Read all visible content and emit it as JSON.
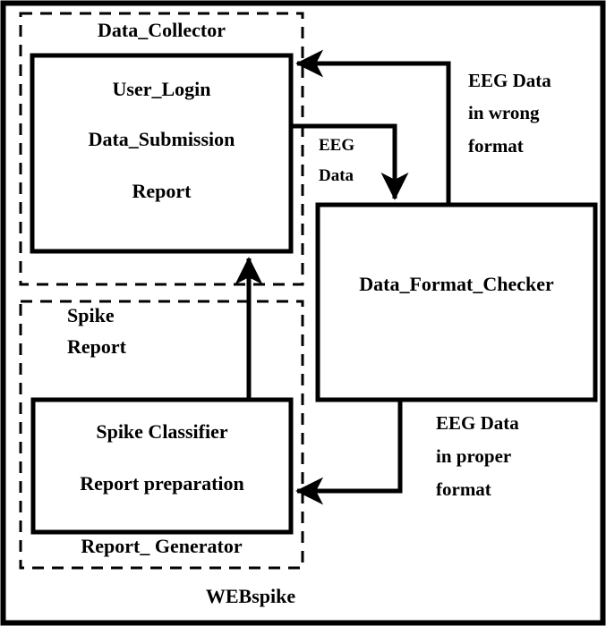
{
  "diagram": {
    "title": "WEBspike",
    "type": "architecture-block-diagram",
    "outer_frame_label": "WEBspike",
    "colors": {
      "background": "#ffffff",
      "stroke": "#000000",
      "text": "#000000"
    },
    "groups": [
      {
        "id": "data-collector",
        "label": "Data_Collector",
        "style": "dashed",
        "label_position": "top-center"
      },
      {
        "id": "report-generator",
        "label": "Report_ Generator",
        "style": "dashed",
        "label_position": "bottom-center",
        "inner_note_lines": [
          "Spike",
          "Report"
        ]
      }
    ],
    "boxes": [
      {
        "id": "user-login",
        "lines": [
          "User_Login",
          "Data_Submission",
          "Report"
        ],
        "group": "data-collector"
      },
      {
        "id": "data-format-checker",
        "lines": [
          "Data_Format_Checker"
        ],
        "group": null
      },
      {
        "id": "spike-classifier",
        "lines": [
          "Spike Classifier",
          "Report preparation"
        ],
        "group": "report-generator"
      }
    ],
    "edges": [
      {
        "id": "edge-eeg-data",
        "label_lines": [
          "EEG",
          "Data"
        ],
        "from": "user-login",
        "to": "data-format-checker"
      },
      {
        "id": "edge-wrong-format",
        "label_lines": [
          "EEG Data",
          "in wrong",
          "format"
        ],
        "from": "data-format-checker",
        "to": "user-login"
      },
      {
        "id": "edge-proper-format",
        "label_lines": [
          "EEG Data",
          "in proper",
          "format"
        ],
        "from": "data-format-checker",
        "to": "spike-classifier"
      },
      {
        "id": "edge-spike-report",
        "label_lines": [],
        "from": "spike-classifier",
        "to": "user-login"
      }
    ]
  },
  "text": {
    "data_collector": "Data_Collector",
    "user_login": "User_Login",
    "data_submission": "Data_Submission",
    "report": "Report",
    "data_format_checker": "Data_Format_Checker",
    "spike": "Spike",
    "spike_report": "Report",
    "spike_classifier": "Spike Classifier",
    "report_preparation": "Report preparation",
    "report_generator": "Report_ Generator",
    "webspike": "WEBspike",
    "eeg_data_l1": "EEG",
    "eeg_data_l2": "Data",
    "wrong_l1": "EEG Data",
    "wrong_l2": "in wrong",
    "wrong_l3": "format",
    "proper_l1": "EEG Data",
    "proper_l2": "in proper",
    "proper_l3": "format"
  }
}
